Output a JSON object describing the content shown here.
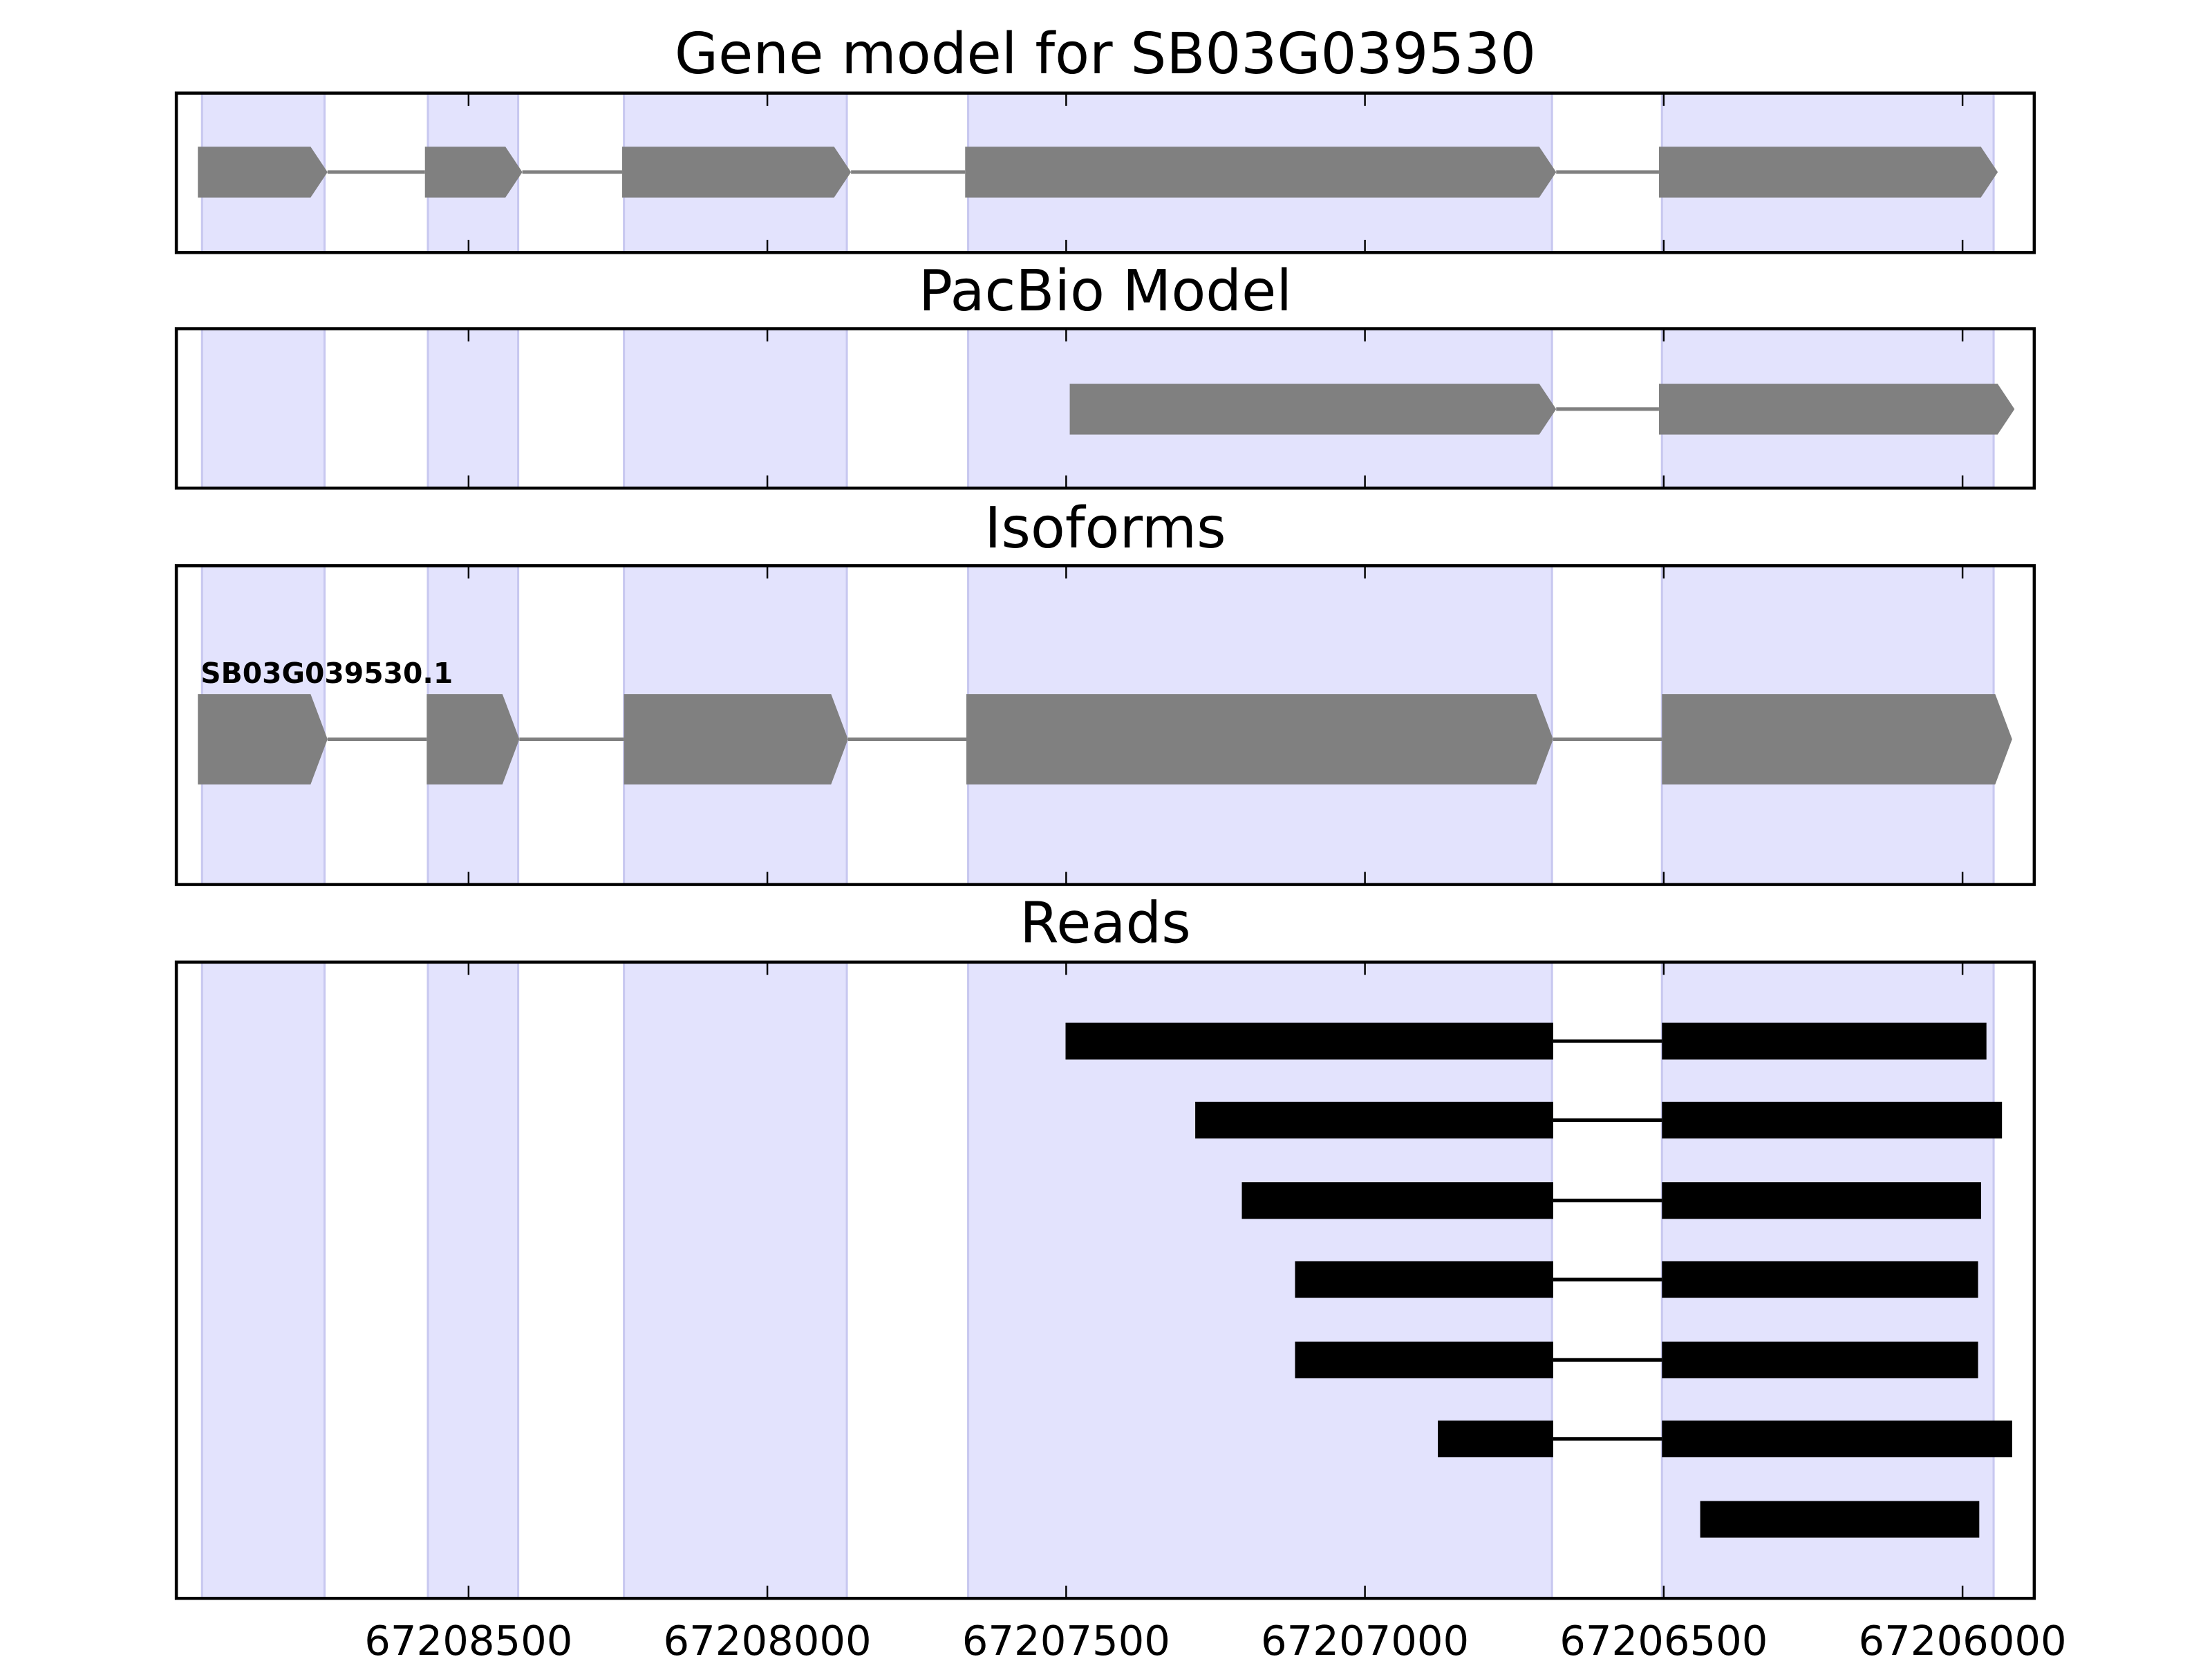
{
  "chart_data": {
    "type": "gene-track",
    "xaxis": {
      "range": [
        67208989,
        67205880
      ],
      "reversed": true,
      "ticks": [
        67208500,
        67208000,
        67207500,
        67207000,
        67206500,
        67206000
      ],
      "tick_labels": [
        "67208500",
        "67208000",
        "67207500",
        "67207000",
        "67206500",
        "67206000"
      ]
    },
    "colors": {
      "band": "#e3e3fd",
      "band_edge": "#c8c8f0",
      "model": "#808080",
      "read": "#000000",
      "axis": "#000000"
    },
    "exon_bands": [
      [
        67208946,
        67208741
      ],
      [
        67208568,
        67208417
      ],
      [
        67208240,
        67207867
      ],
      [
        67207664,
        67206687
      ],
      [
        67206503,
        67205948
      ]
    ],
    "panels": [
      {
        "title": "Gene model for SB03G039530",
        "kind": "model",
        "features": [
          {
            "exons": [
              [
                67208953,
                67208736
              ],
              [
                67208573,
                67208410
              ],
              [
                67208243,
                67207860
              ],
              [
                67207669,
                67206680
              ],
              [
                67206508,
                67205941
              ]
            ]
          }
        ]
      },
      {
        "title": "PacBio Model",
        "kind": "model",
        "features": [
          {
            "exons": [
              [
                67207494,
                67206680
              ],
              [
                67206508,
                67205913
              ]
            ]
          }
        ]
      },
      {
        "title": "Isoforms",
        "kind": "model",
        "features": [
          {
            "label": "SB03G039530.1",
            "exons": [
              [
                67208953,
                67208736
              ],
              [
                67208570,
                67208415
              ],
              [
                67208240,
                67207865
              ],
              [
                67207667,
                67206685
              ],
              [
                67206503,
                67205917
              ]
            ]
          }
        ]
      },
      {
        "title": "Reads",
        "kind": "reads",
        "features": [
          {
            "exons": [
              [
                67207501,
                67206685
              ],
              [
                67206503,
                67205960
              ]
            ]
          },
          {
            "exons": [
              [
                67207284,
                67206685
              ],
              [
                67206503,
                67205934
              ]
            ]
          },
          {
            "exons": [
              [
                67207206,
                67206685
              ],
              [
                67206503,
                67205969
              ]
            ]
          },
          {
            "exons": [
              [
                67207117,
                67206685
              ],
              [
                67206503,
                67205974
              ]
            ]
          },
          {
            "exons": [
              [
                67207117,
                67206685
              ],
              [
                67206503,
                67205974
              ]
            ]
          },
          {
            "exons": [
              [
                67206878,
                67206685
              ],
              [
                67206503,
                67205917
              ]
            ]
          },
          {
            "exons": [
              [
                67206439,
                67205972
              ]
            ]
          }
        ]
      }
    ]
  }
}
